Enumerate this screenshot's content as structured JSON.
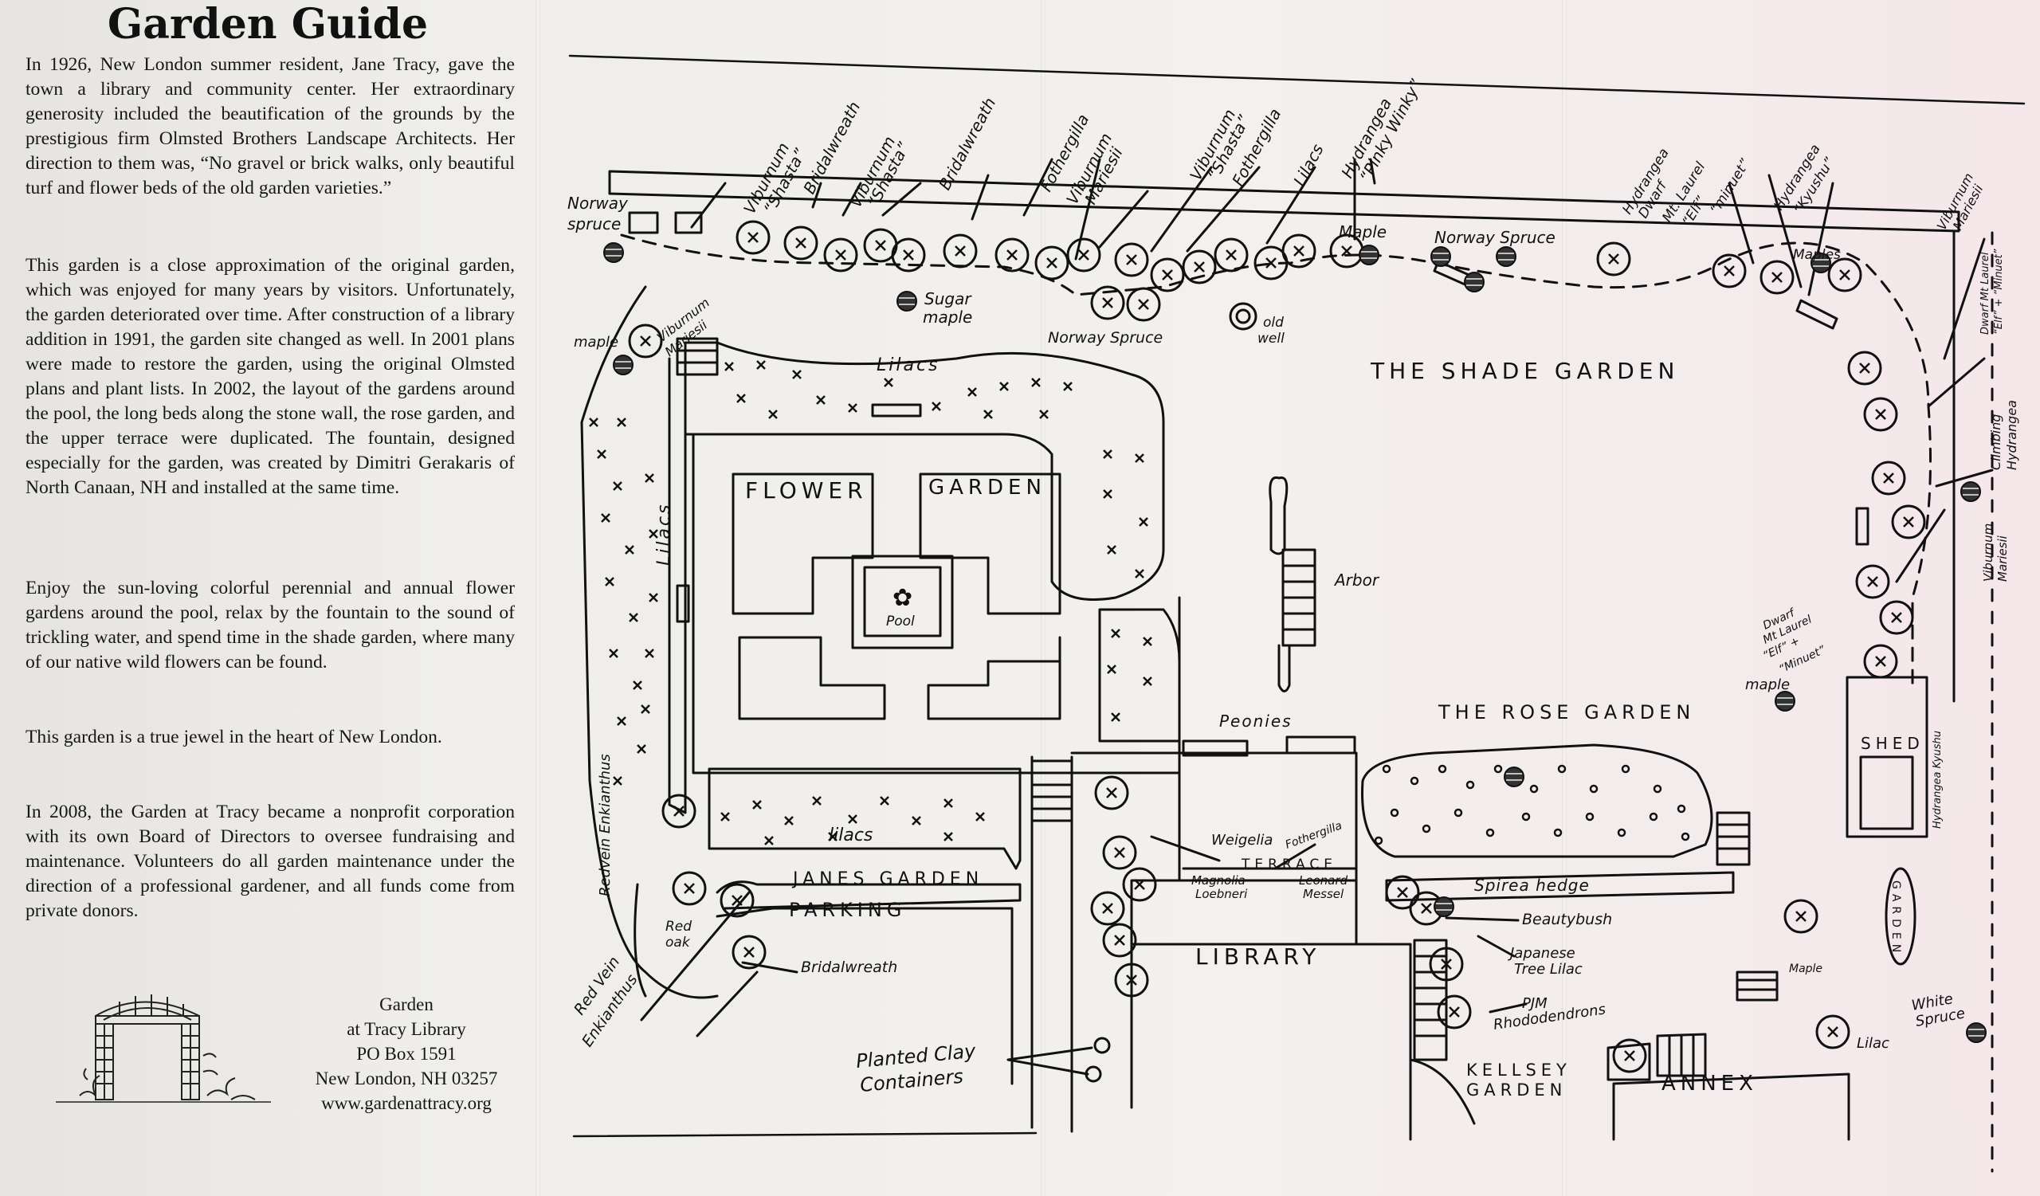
{
  "guide": {
    "title": "Garden Guide",
    "paragraphs": [
      "In 1926, New London summer resident, Jane Tracy, gave the town a library and community center. Her extraordinary generosity included the beautification of the grounds by the prestigious firm Olmsted Brothers Landscape Architects. Her direction to them was, “No gravel or brick walks, only beautiful turf and flower beds of the old garden varieties.”",
      "This garden is a close approximation of the original garden, which was enjoyed for many years by visitors. Unfortunately, the garden deteriorated over time. After construction of a library addition in 1991, the garden site changed as well. In 2001 plans were made to restore the garden, using the original Olmsted plans and plant lists. In 2002, the layout of the gardens around the pool, the long beds along the stone wall, the rose garden, and the upper terrace were duplicated. The fountain, designed especially for the garden, was created by Dimitri Gerakaris of North Canaan, NH and installed at the same time.",
      "Enjoy the sun-loving colorful perennial and annual flower gardens around the pool, relax by the fountain to the sound of trickling water, and spend time in the shade garden, where many of our native wild flowers can be found.",
      "This garden is a true jewel in the heart of New London.",
      "In 2008, the Garden at Tracy became a nonprofit corporation with its own Board of Directors to oversee fundraising and maintenance. Volunteers do all garden maintenance under the direction of a professional gardener, and all funds come from private donors."
    ],
    "contact": [
      "Garden",
      "at Tracy Library",
      "PO Box 1591",
      "New London, NH 03257",
      "www.gardenattracy.org"
    ]
  },
  "map": {
    "areas": {
      "shade_garden": "THE SHADE GARDEN",
      "flower": "FLOWER",
      "garden": "GARDEN",
      "rose_garden": "THE ROSE GARDEN",
      "library": "LIBRARY",
      "annex": "ANNEX",
      "parking": "PARKING",
      "janes_garden": "JANES GARDEN",
      "kellsey_1": "KELLSEY",
      "kellsey_2": "GARDEN",
      "shed": "SHED",
      "terrace": "TERRACE",
      "pool": "Pool",
      "garden_sign": "GARDEN"
    },
    "plants": {
      "norway_spruce_nw_1": "Norway",
      "norway_spruce_nw_2": "spruce",
      "viburnum_shasta_1a": "Viburnum",
      "viburnum_shasta_1b": "“Shasta”",
      "bridalwreath_1": "Bridalwreath",
      "viburnum_shasta_2a": "Viburnum",
      "viburnum_shasta_2b": "“Shasta”",
      "bridalwreath_2": "Bridalwreath",
      "fothergilla_1": "Fothergilla",
      "viburnum_mariesii_1a": "Viburnum",
      "viburnum_mariesii_1b": "Mariesii",
      "viburnum_shasta_3a": "Viburnum",
      "viburnum_shasta_3b": "“Shasta”",
      "fothergilla_2": "Fothergilla",
      "lilacs_top": "Lilacs",
      "hydrangea_pinky_a": "Hydrangea",
      "hydrangea_pinky_b": "“Pinky Winky”",
      "maple_top": "Maple",
      "norway_spruce_top": "Norway Spruce",
      "hydrangea_dwarf_a": "Hydrangea",
      "hydrangea_dwarf_b": "Dwarf",
      "mtlaurel_elf_a": "Mt. Laurel",
      "mtlaurel_elf_b": "“Elf”",
      "minuet": "“minuet”",
      "hydrangea_kyushu_a": "Hydrangea",
      "hydrangea_kyushu_b": "“Kyushu”",
      "maples_ne": "Maples",
      "viburnum_mariesii_ne_a": "Viburnum",
      "viburnum_mariesii_ne_b": "Mariesii",
      "dwarf_mtlaurel_ne_a": "Dwarf Mt Laurel",
      "dwarf_mtlaurel_ne_b": "“Elf” + “Minuet”",
      "climbing_hydrangea_a": "Climbing",
      "climbing_hydrangea_b": "Hydrangea",
      "viburnum_mariesii_e_a": "Viburnum",
      "viburnum_mariesii_e_b": "Mariesii",
      "dwarf_mtlaurel_e_a": "Dwarf",
      "dwarf_mtlaurel_e_b": "Mt Laurel",
      "dwarf_mtlaurel_e_c": "“Elf” +",
      "dwarf_mtlaurel_e_d": "“Minuet”",
      "hydrangea_kyushu_e": "Hydrangea Kyushu",
      "maple_e": "maple",
      "viburnum_mariesii_w_a": "Viburnum",
      "viburnum_mariesii_w_b": "Mariesii",
      "maple_w": "maple",
      "sugar_maple_a": "Sugar",
      "sugar_maple_b": "maple",
      "norway_spruce_mid": "Norway Spruce",
      "old_well_a": "old",
      "old_well_b": "well",
      "lilacs_north": "Lilacs",
      "lilacs_west": "Lilacs",
      "arbor": "Arbor",
      "peonies": "Peonies",
      "redvein_enkianthus": "Redvein Enkianthus",
      "lilacs_south": "lilacs",
      "red_oak_a": "Red",
      "red_oak_b": "oak",
      "red_vein_enkianthus_a": "Red Vein",
      "red_vein_enkianthus_b": "Enkianthus",
      "bridalwreath_s": "Bridalwreath",
      "planted_clay_a": "Planted Clay",
      "planted_clay_b": "Containers",
      "weigelia": "Weigelia",
      "fothergilla_terrace": "Fothergilla",
      "magnolia_a": "Magnolia",
      "magnolia_b": "Loebneri",
      "leonard_a": "Leonard",
      "leonard_b": "Messel",
      "spirea_hedge": "Spirea hedge",
      "beautybush": "Beautybush",
      "japanese_lilac_a": "Japanese",
      "japanese_lilac_b": "Tree Lilac",
      "pjm_a": "PJM",
      "pjm_b": "Rhododendrons",
      "maple_se": "Maple",
      "white_spruce_a": "White",
      "white_spruce_b": "Spruce",
      "lilac_se": "Lilac"
    }
  }
}
